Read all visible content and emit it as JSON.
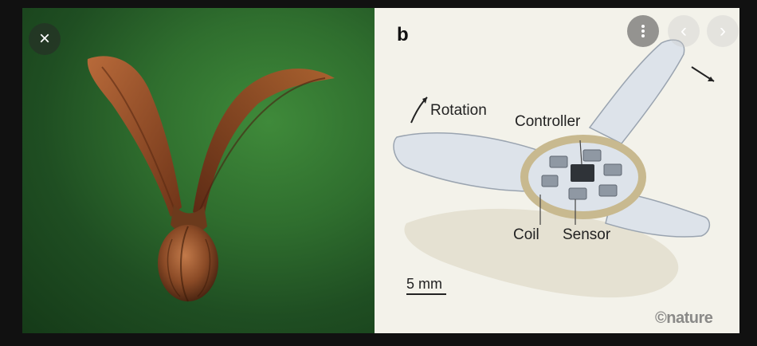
{
  "viewer": {
    "close_icon": "×",
    "prev_icon": "‹",
    "next_icon": "›"
  },
  "diagram": {
    "panel_letter": "b",
    "labels": {
      "rotation": "Rotation",
      "controller": "Controller",
      "coil": "Coil",
      "sensor": "Sensor"
    },
    "scale_bar": "5 mm",
    "credit": "©nature"
  }
}
